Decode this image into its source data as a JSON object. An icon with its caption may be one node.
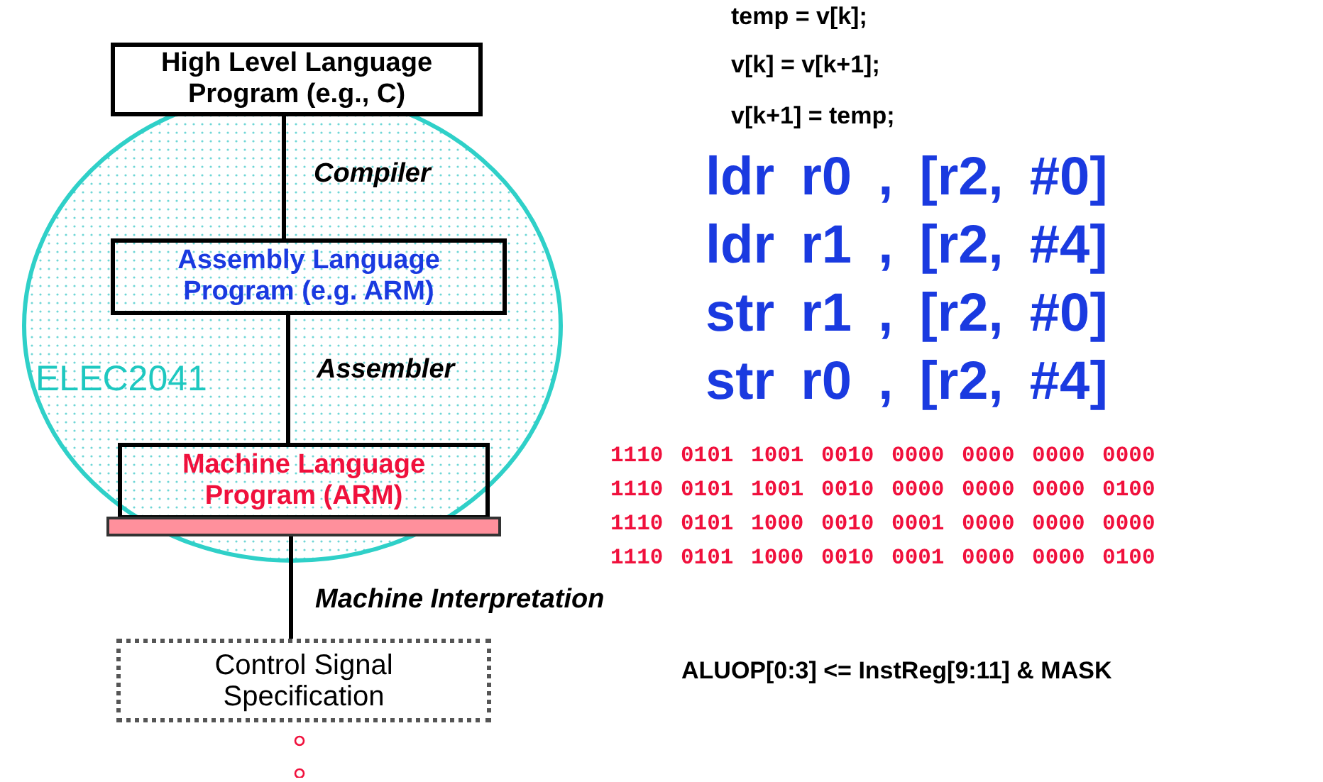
{
  "diagram": {
    "nodes": [
      {
        "text": [
          "ELEC2041"
        ]
      },
      {
        "text": [
          "High Level Language Program (e.g., C)"
        ]
      },
      {
        "text": [
          "Assembly Language Program (e.g. ARM)"
        ],
        "in": 0
      },
      {
        "text": [
          "Machine Language Program (ARM)"
        ],
        "in": 0
      },
      {
        "text": [],
        "shape": "bar",
        "in": 0
      },
      {
        "text": [
          "Control Signal Specification"
        ]
      }
    ],
    "edges": [
      {
        "from": 1,
        "to": 2,
        "arrow": "none",
        "label": "Compiler"
      },
      {
        "from": 2,
        "to": 3,
        "arrow": "none",
        "label": "Assembler"
      },
      {
        "from": 4,
        "to": 5,
        "arrow": "none",
        "label": "Machine Interpretation"
      }
    ],
    "labels": [
      "temp = v[k];",
      "v[k] = v[k+1];",
      "v[k+1] = temp;",
      "ldr r0 , [r2, #0]",
      "ldr r1 , [r2, #4]",
      "str r1 , [r2, #0]",
      "str r0 , [r2, #4]",
      "1110 0101 1001 0010 0000 0000 0000 0000",
      "1110 0101 1001 0010 0000 0000 0000 0100",
      "1110 0101 1000 0010 0001 0000 0000 0000",
      "1110 0101 1000 0010 0001 0000 0000 0100",
      "ALUOP[0:3] <= InstReg[9:11] & MASK"
    ]
  }
}
